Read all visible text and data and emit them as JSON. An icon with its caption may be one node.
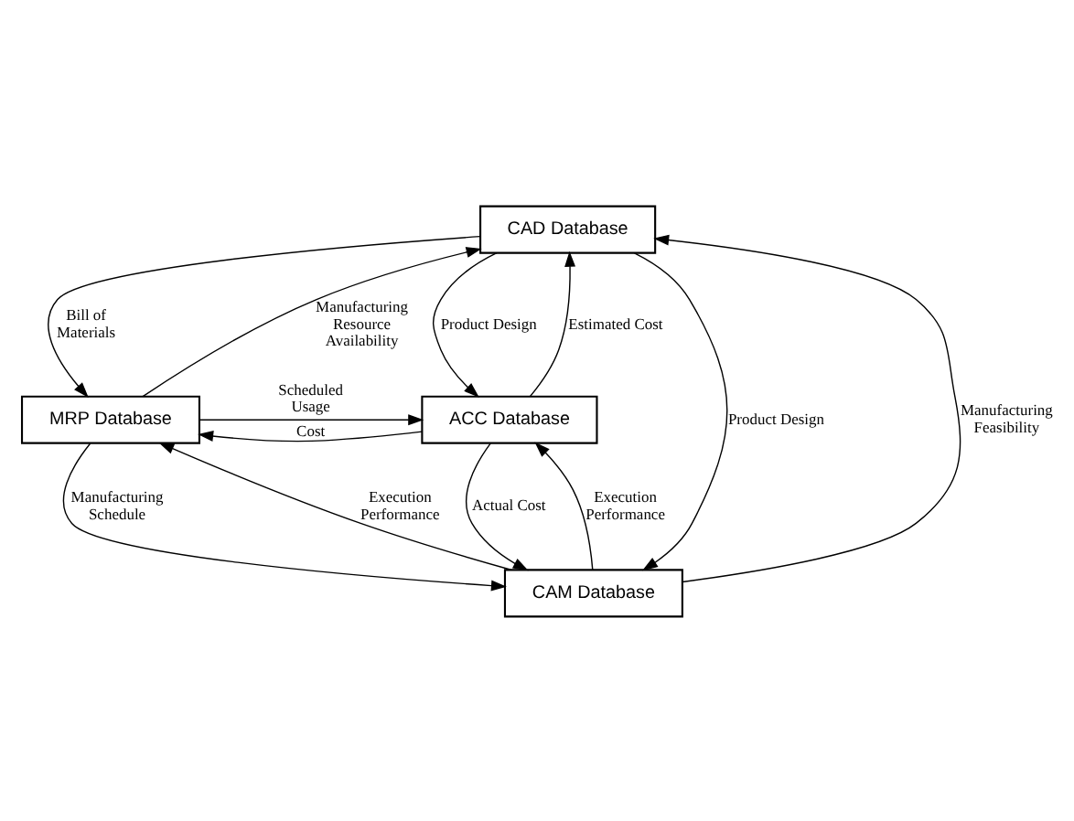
{
  "diagram": {
    "nodes": [
      {
        "text": [
          "CAD Database"
        ]
      },
      {
        "text": [
          "MRP Database"
        ]
      },
      {
        "text": [
          "ACC Database"
        ]
      },
      {
        "text": [
          "CAM Database"
        ]
      }
    ],
    "edges": [
      {
        "from": 0,
        "to": 1,
        "arrow": "to",
        "label": "Bill of Materials"
      },
      {
        "from": 1,
        "to": 0,
        "arrow": "to",
        "label": "Manufacturing Resource Availability"
      },
      {
        "from": 1,
        "to": 2,
        "arrow": "to",
        "label": "Scheduled Usage"
      },
      {
        "from": 2,
        "to": 1,
        "arrow": "to",
        "label": "Cost"
      },
      {
        "from": 1,
        "to": 3,
        "arrow": "to",
        "label": "Manufacturing Schedule"
      },
      {
        "from": 3,
        "to": 1,
        "arrow": "to",
        "label": "Execution Performance"
      },
      {
        "from": 3,
        "to": 0,
        "arrow": "to",
        "label": "Manufacturing Feasibility"
      },
      {
        "from": 0,
        "to": 2,
        "arrow": "to",
        "label": "Product Design"
      },
      {
        "from": 2,
        "to": 0,
        "arrow": "to",
        "label": "Estimated Cost"
      },
      {
        "from": 0,
        "to": 3,
        "arrow": "to",
        "label": "Product Design"
      },
      {
        "from": 3,
        "to": 2,
        "arrow": "to",
        "label": "Execution Performance"
      },
      {
        "from": 2,
        "to": 3,
        "arrow": "to",
        "label": "Actual Cost"
      }
    ]
  }
}
